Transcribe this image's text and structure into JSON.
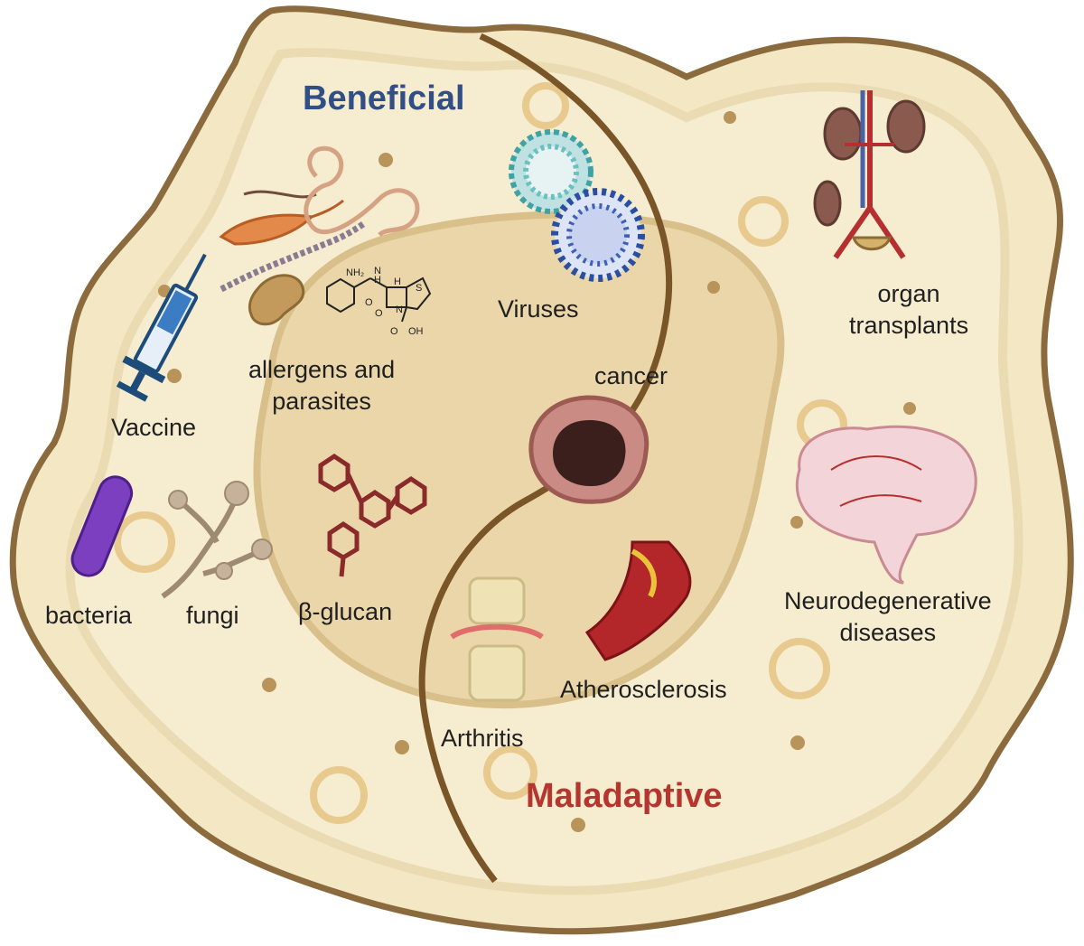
{
  "headers": {
    "beneficial": "Beneficial",
    "maladaptive": "Maladaptive"
  },
  "labels": {
    "vaccine": "Vaccine",
    "allergens": "allergens and\nparasites",
    "viruses": "Viruses",
    "organ": "organ\ntransplants",
    "cancer": "cancer",
    "bacteria": "bacteria",
    "fungi": "fungi",
    "glucan": "β-glucan",
    "neuro": "Neurodegenerative\ndiseases",
    "athero": "Atherosclerosis",
    "arthritis": "Arthritis"
  },
  "molecule_text": [
    "NH₂",
    "N",
    "H",
    "H",
    "S",
    "O",
    "N",
    "O",
    "O",
    "OH"
  ],
  "colors": {
    "beneficial": "#2f4f86",
    "maladaptive": "#b5362e",
    "cell_fill": "#f3e7c4",
    "cell_outline": "#8b6b3e",
    "divider": "#7a5528",
    "nucleus_fill": "#ead6a8"
  },
  "icons": [
    "syringe-icon",
    "parasite-icon",
    "peanut-icon",
    "molecule-icon",
    "virus-icon",
    "kidneys-icon",
    "cancer-cell-icon",
    "bacterium-icon",
    "fungus-icon",
    "glucan-icon",
    "brain-icon",
    "artery-icon",
    "joint-icon"
  ]
}
